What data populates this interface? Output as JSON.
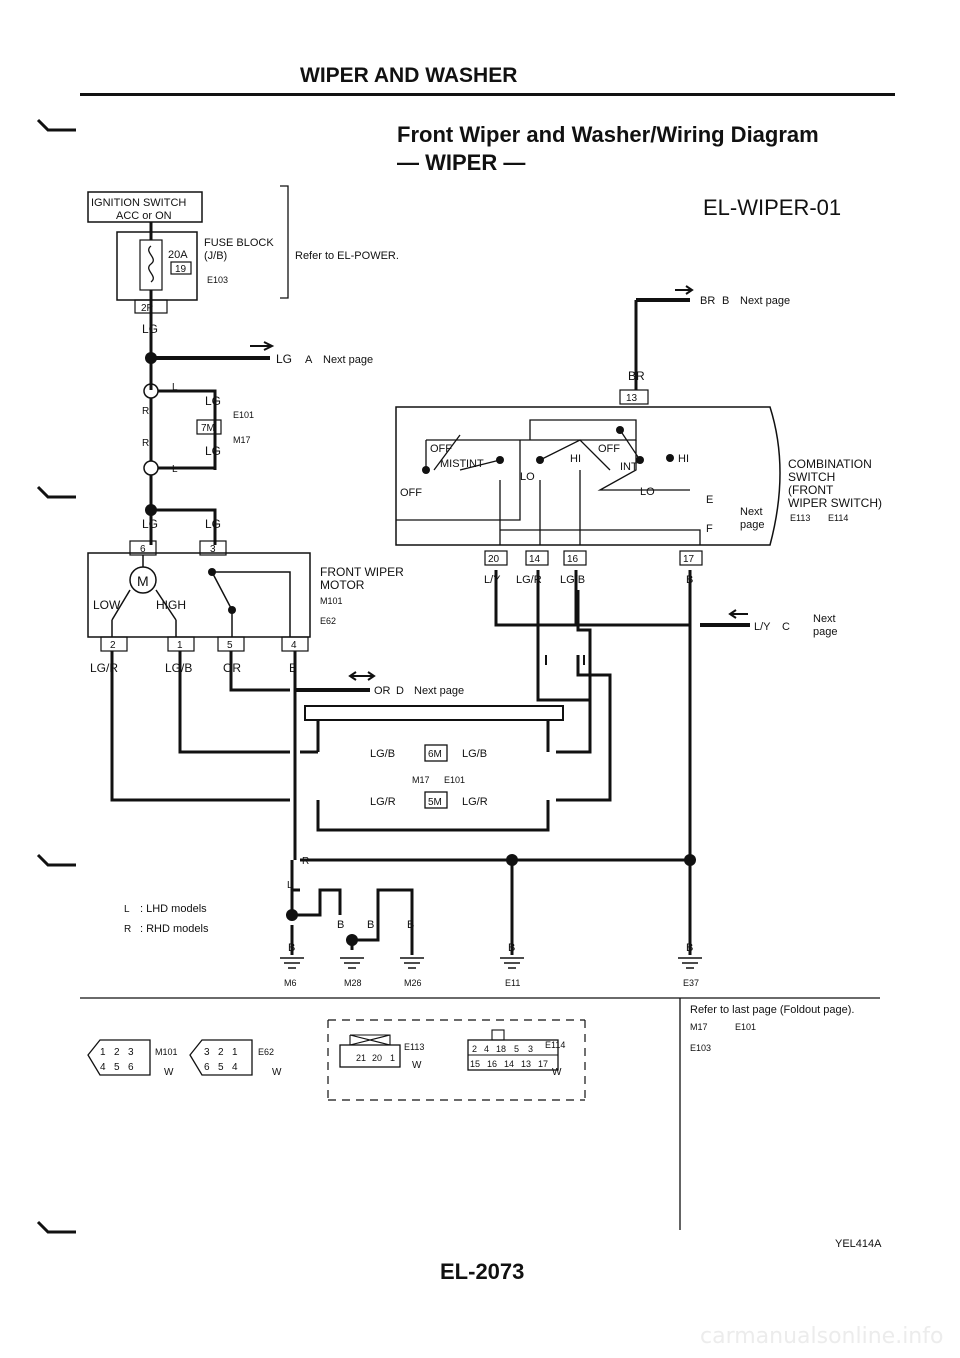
{
  "header": {
    "section_title": "WIPER AND WASHER",
    "subtitle_line1": "Front Wiper and Washer/Wiring Diagram",
    "subtitle_line2": "— WIPER —",
    "diagram_code": "EL-WIPER-01"
  },
  "ignition": {
    "label_line1": "IGNITION SWITCH",
    "label_line2": "ACC or ON",
    "connector": "2P"
  },
  "fuse_block": {
    "amp": "20A",
    "fuse_no": "19",
    "label_line1": "FUSE BLOCK",
    "label_line2": "(J/B)",
    "connector": "E103",
    "refer": "Refer to EL-POWER."
  },
  "wires": {
    "lg": "LG",
    "br": "BR",
    "b": "B",
    "or": "OR",
    "lgb": "LG/B",
    "lgr": "LG/R",
    "ly": "L/Y"
  },
  "next_refs": {
    "a": "A",
    "b": "B",
    "c": "C",
    "d": "D",
    "e": "E",
    "f": "F",
    "next_page": "Next page",
    "next": "Next",
    "page": "page"
  },
  "joint_connectors": {
    "j7m": "7M",
    "j6m": "6M",
    "j5m": "5M",
    "e101": "E101",
    "m17": "M17"
  },
  "markers": {
    "l": "L",
    "r": "R"
  },
  "motor": {
    "title_line1": "FRONT WIPER",
    "title_line2": "MOTOR",
    "conn_l": "M101",
    "conn_r": "E62",
    "low": "LOW",
    "high": "HIGH",
    "m": "M",
    "pins": [
      "6",
      "3",
      "2",
      "1",
      "5",
      "4"
    ]
  },
  "combination_switch": {
    "label_line1": "COMBINATION",
    "label_line2": "SWITCH",
    "label_line3": "(FRONT",
    "label_line4": "WIPER SWITCH)",
    "conn_1": "E113",
    "conn_2": "E114",
    "pins": [
      "13",
      "20",
      "14",
      "16",
      "17"
    ],
    "positions": {
      "off": "OFF",
      "mist": "MIST",
      "int": "INT",
      "hi": "HI",
      "lo": "LO"
    }
  },
  "grounds": [
    "M6",
    "M28",
    "M26",
    "E11",
    "E37"
  ],
  "legend": {
    "l": ": LHD models",
    "r": ": RHD models"
  },
  "connector_views": {
    "v1_pins": [
      "1",
      "2",
      "3",
      "4",
      "5",
      "6"
    ],
    "v1_conn": "M101",
    "v2_pins": [
      "3",
      "2",
      "1",
      "6",
      "5",
      "4"
    ],
    "v2_conn": "E62",
    "v3_pins": [
      "21",
      "20",
      "1"
    ],
    "v3_conn": "E113",
    "v4_pins": [
      "2",
      "4",
      "18",
      "5",
      "3",
      "15",
      "16",
      "14",
      "13",
      "17"
    ],
    "v4_conn": "E114",
    "w": "W"
  },
  "refer_foldout": {
    "text": "Refer to last page (Foldout page).",
    "c1": "M17",
    "c2": "E101",
    "c3": "E103"
  },
  "footer": {
    "page_no": "EL-2073",
    "code": "YEL414A",
    "watermark": "carmanualsonline.info"
  }
}
